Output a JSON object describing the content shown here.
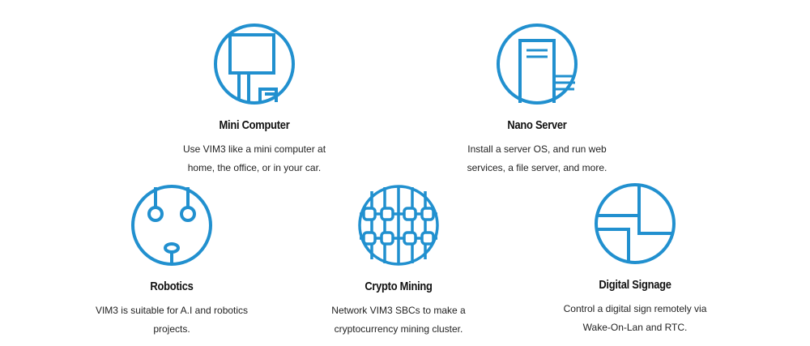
{
  "brand_color": "#2190cf",
  "features": [
    {
      "id": "mini-computer",
      "icon": "monitor-icon",
      "title": "Mini Computer",
      "line1": "Use VIM3 like a mini computer at",
      "line2": "home, the office, or in your car."
    },
    {
      "id": "nano-server",
      "icon": "server-tower-icon",
      "title": "Nano Server",
      "line1": "Install a server OS, and run web",
      "line2": "services, a file server, and more."
    },
    {
      "id": "robotics",
      "icon": "robot-face-icon",
      "title": "Robotics",
      "line1": "VIM3 is suitable for A.I and robotics",
      "line2": "projects."
    },
    {
      "id": "crypto-mining",
      "icon": "blockchain-icon",
      "title": "Crypto Mining",
      "line1": "Network VIM3 SBCs to make a",
      "line2": "cryptocurrency mining cluster."
    },
    {
      "id": "digital-signage",
      "icon": "signage-layout-icon",
      "title": "Digital Signage",
      "line1": "Control a digital sign remotely via",
      "line2": "Wake-On-Lan and RTC."
    }
  ]
}
